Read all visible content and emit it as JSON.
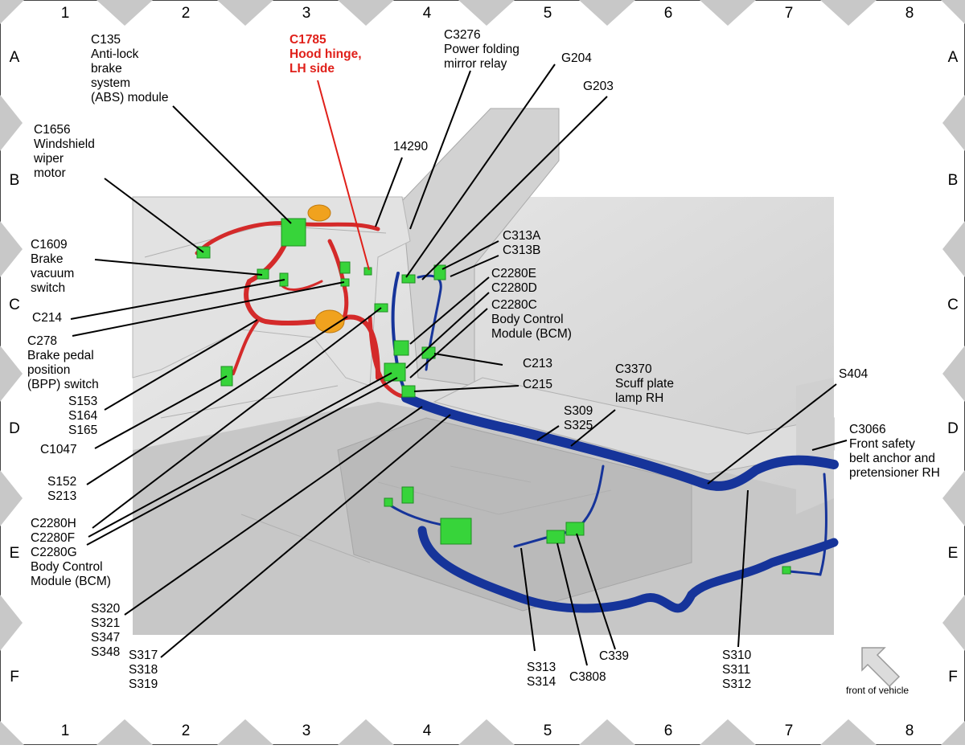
{
  "grid": {
    "columns": [
      "1",
      "2",
      "3",
      "4",
      "5",
      "6",
      "7",
      "8"
    ],
    "rows": [
      "A",
      "B",
      "C",
      "D",
      "E",
      "F"
    ]
  },
  "colors": {
    "harness_red": "#d42a2a",
    "harness_blue": "#16349a",
    "connector_green": "#37d43a",
    "highlight_label": "#e0201a",
    "grid_marker": "#c8c8c8",
    "body_panel": "#d8d8d8"
  },
  "callouts": [
    {
      "id": "c135",
      "text": "C135\nAnti-lock\nbrake\nsystem\n(ABS) module",
      "highlight": false
    },
    {
      "id": "c1785",
      "text": "C1785\nHood hinge,\nLH side",
      "highlight": true
    },
    {
      "id": "c3276",
      "text": "C3276\nPower folding\nmirror relay",
      "highlight": false
    },
    {
      "id": "g204",
      "text": "G204",
      "highlight": false
    },
    {
      "id": "g203",
      "text": "G203",
      "highlight": false
    },
    {
      "id": "c1656",
      "text": "C1656\nWindshield\nwiper\nmotor",
      "highlight": false
    },
    {
      "id": "n14290",
      "text": "14290",
      "highlight": false
    },
    {
      "id": "c1609",
      "text": "C1609\nBrake\nvacuum\nswitch",
      "highlight": false
    },
    {
      "id": "c313a",
      "text": "C313A",
      "highlight": false
    },
    {
      "id": "c313b",
      "text": "C313B",
      "highlight": false
    },
    {
      "id": "c2280e",
      "text": "C2280E",
      "highlight": false
    },
    {
      "id": "c2280d",
      "text": "C2280D",
      "highlight": false
    },
    {
      "id": "c2280c",
      "text": "C2280C\nBody Control\nModule (BCM)",
      "highlight": false
    },
    {
      "id": "c214",
      "text": "C214",
      "highlight": false
    },
    {
      "id": "c278",
      "text": "C278\nBrake pedal\nposition\n(BPP) switch",
      "highlight": false
    },
    {
      "id": "c213",
      "text": "C213",
      "highlight": false
    },
    {
      "id": "c215",
      "text": "C215",
      "highlight": false
    },
    {
      "id": "c3370",
      "text": "C3370\nScuff plate\nlamp RH",
      "highlight": false
    },
    {
      "id": "s404",
      "text": "S404",
      "highlight": false
    },
    {
      "id": "s153",
      "text": "S153\nS164\nS165",
      "highlight": false
    },
    {
      "id": "s309",
      "text": "S309\nS325",
      "highlight": false
    },
    {
      "id": "c1047",
      "text": "C1047",
      "highlight": false
    },
    {
      "id": "c3066",
      "text": "C3066\nFront safety\nbelt anchor and\npretensioner RH",
      "highlight": false
    },
    {
      "id": "s152",
      "text": "S152\nS213",
      "highlight": false
    },
    {
      "id": "c2280h",
      "text": "C2280H\nC2280F\nC2280G\nBody Control\nModule (BCM)",
      "highlight": false
    },
    {
      "id": "s320",
      "text": "S320\nS321\nS347\nS348",
      "highlight": false
    },
    {
      "id": "s317",
      "text": "S317\nS318\nS319",
      "highlight": false
    },
    {
      "id": "s313",
      "text": "S313\nS314",
      "highlight": false
    },
    {
      "id": "c339",
      "text": "C339",
      "highlight": false
    },
    {
      "id": "c3808",
      "text": "C3808",
      "highlight": false
    },
    {
      "id": "s310",
      "text": "S310\nS311\nS312",
      "highlight": false
    }
  ],
  "orientation": {
    "label": "front of vehicle",
    "icon": "arrow-up-left-icon"
  }
}
